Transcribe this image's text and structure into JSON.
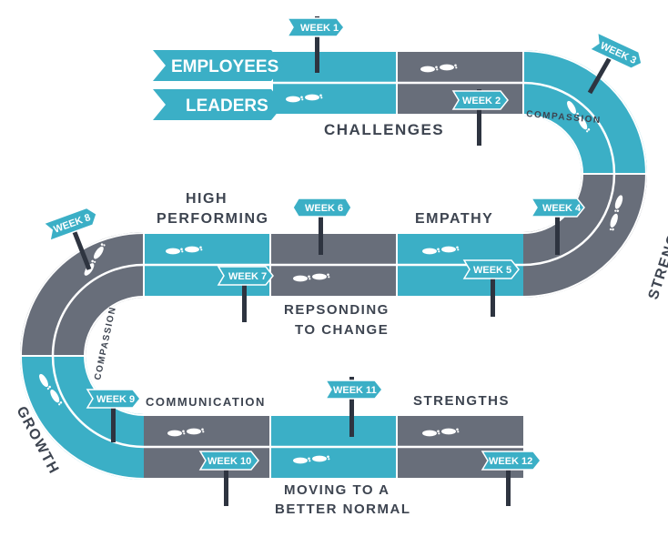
{
  "colors": {
    "teal": "#3bafc6",
    "gray": "#686e7a",
    "stripe": "#ffffff",
    "post": "#2e3440",
    "sign": "#3bafc6",
    "text": "#3d4450"
  },
  "banners": {
    "employees": "EMPLOYEES",
    "leaders": "LEADERS"
  },
  "weeks": {
    "w1": "WEEK 1",
    "w2": "WEEK 2",
    "w3": "WEEK 3",
    "w4": "WEEK 4",
    "w5": "WEEK 5",
    "w6": "WEEK 6",
    "w7": "WEEK 7",
    "w8": "WEEK 8",
    "w9": "WEEK 9",
    "w10": "WEEK 10",
    "w11": "WEEK 11",
    "w12": "WEEK 12"
  },
  "labels": {
    "challenges": "CHALLENGES",
    "compassion_top": "COMPASSION",
    "strengths_curve": "STRENGTHS",
    "high_1": "HIGH",
    "high_2": "PERFORMING",
    "empathy": "EMPATHY",
    "responding_1": "REPSONDING",
    "responding_2": "TO CHANGE",
    "compassion_left": "COMPASSION",
    "growth": "GROWTH",
    "communication": "COMMUNICATION",
    "strengths_bottom": "STRENGTHS",
    "moving_1": "MOVING TO A",
    "moving_2": "BETTER NORMAL"
  },
  "icons": [
    "footprints-icon",
    "signpost-icon",
    "arrow-banner-icon"
  ]
}
